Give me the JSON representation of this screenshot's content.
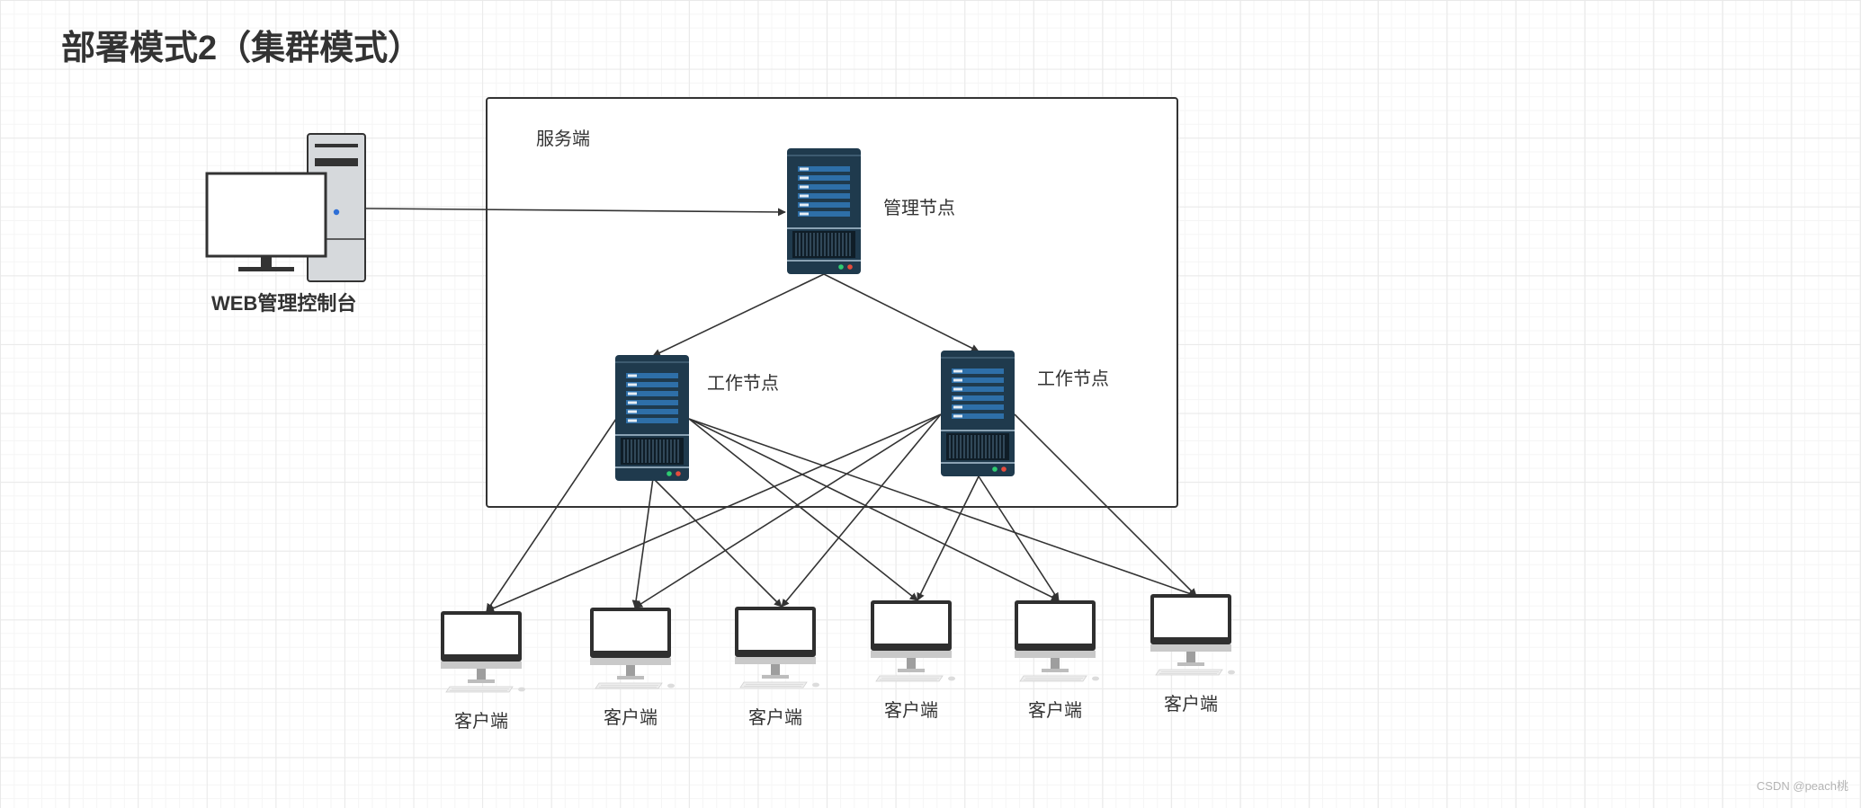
{
  "title": "部署模式2（集群模式）",
  "server_group_label": "服务端",
  "web_console_label": "WEB管理控制台",
  "manager_node_label": "管理节点",
  "worker_nodes": [
    {
      "label": "工作节点"
    },
    {
      "label": "工作节点"
    }
  ],
  "clients": [
    {
      "label": "客户端"
    },
    {
      "label": "客户端"
    },
    {
      "label": "客户端"
    },
    {
      "label": "客户端"
    },
    {
      "label": "客户端"
    },
    {
      "label": "客户端"
    }
  ],
  "watermark": "CSDN @peach桃",
  "colors": {
    "server_body": "#1f3a4d",
    "server_stripe": "#2e6fa8",
    "line": "#333333",
    "monitor_frame": "#2f2f2f",
    "pc_case": "#d6d9dc"
  }
}
